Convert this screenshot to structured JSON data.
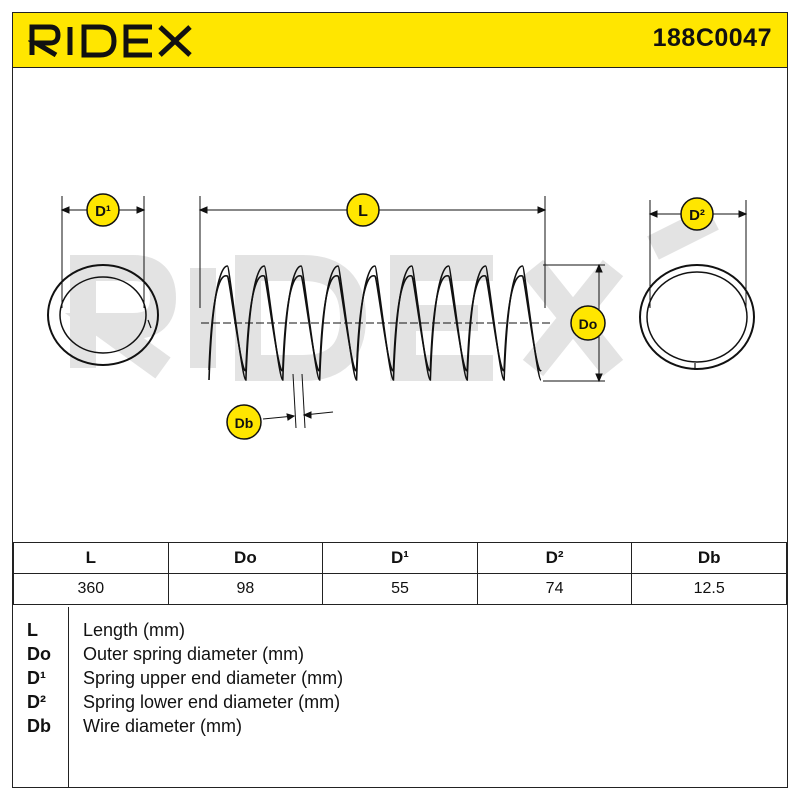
{
  "header": {
    "brand": "RIDEX",
    "part_number": "188C0047",
    "background_color": "#ffe600"
  },
  "diagram": {
    "labels": {
      "d1": "D¹",
      "l": "L",
      "d2": "D²",
      "do": "Do",
      "db": "Db"
    },
    "badge_color": "#ffe600",
    "watermark": "RIDEX"
  },
  "table": {
    "headers": [
      "L",
      "Do",
      "D¹",
      "D²",
      "Db"
    ],
    "values": [
      "360",
      "98",
      "55",
      "74",
      "12.5"
    ]
  },
  "legend": [
    {
      "symbol": "L",
      "text": "Length (mm)"
    },
    {
      "symbol": "Do",
      "text": "Outer spring diameter (mm)"
    },
    {
      "symbol": "D¹",
      "text": "Spring upper end diameter (mm)"
    },
    {
      "symbol": "D²",
      "text": "Spring lower end diameter (mm)"
    },
    {
      "symbol": "Db",
      "text": "Wire diameter (mm)"
    }
  ]
}
